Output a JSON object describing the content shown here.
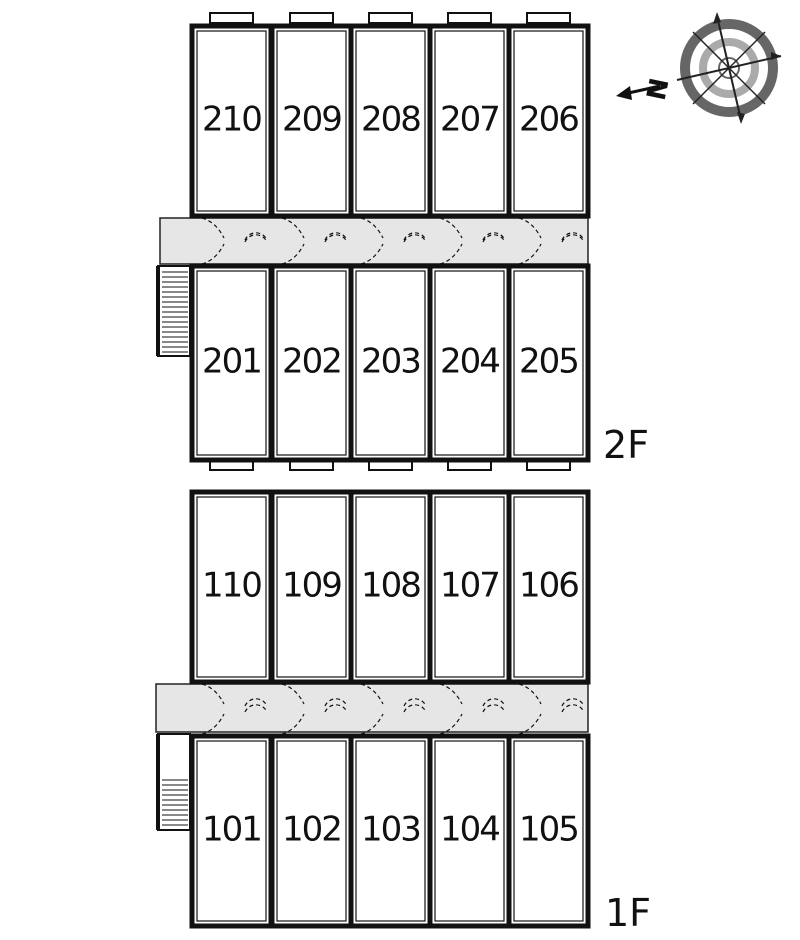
{
  "floors": [
    {
      "label": "2F",
      "top_row": [
        "210",
        "209",
        "208",
        "207",
        "206"
      ],
      "bottom_row": [
        "201",
        "202",
        "203",
        "204",
        "205"
      ]
    },
    {
      "label": "1F",
      "top_row": [
        "110",
        "109",
        "108",
        "107",
        "106"
      ],
      "bottom_row": [
        "101",
        "102",
        "103",
        "104",
        "105"
      ]
    }
  ],
  "compass": {
    "label": "N",
    "icon": "compass-rose-icon"
  },
  "colors": {
    "corridor": "#e6e6e6",
    "wall": "#111111"
  }
}
